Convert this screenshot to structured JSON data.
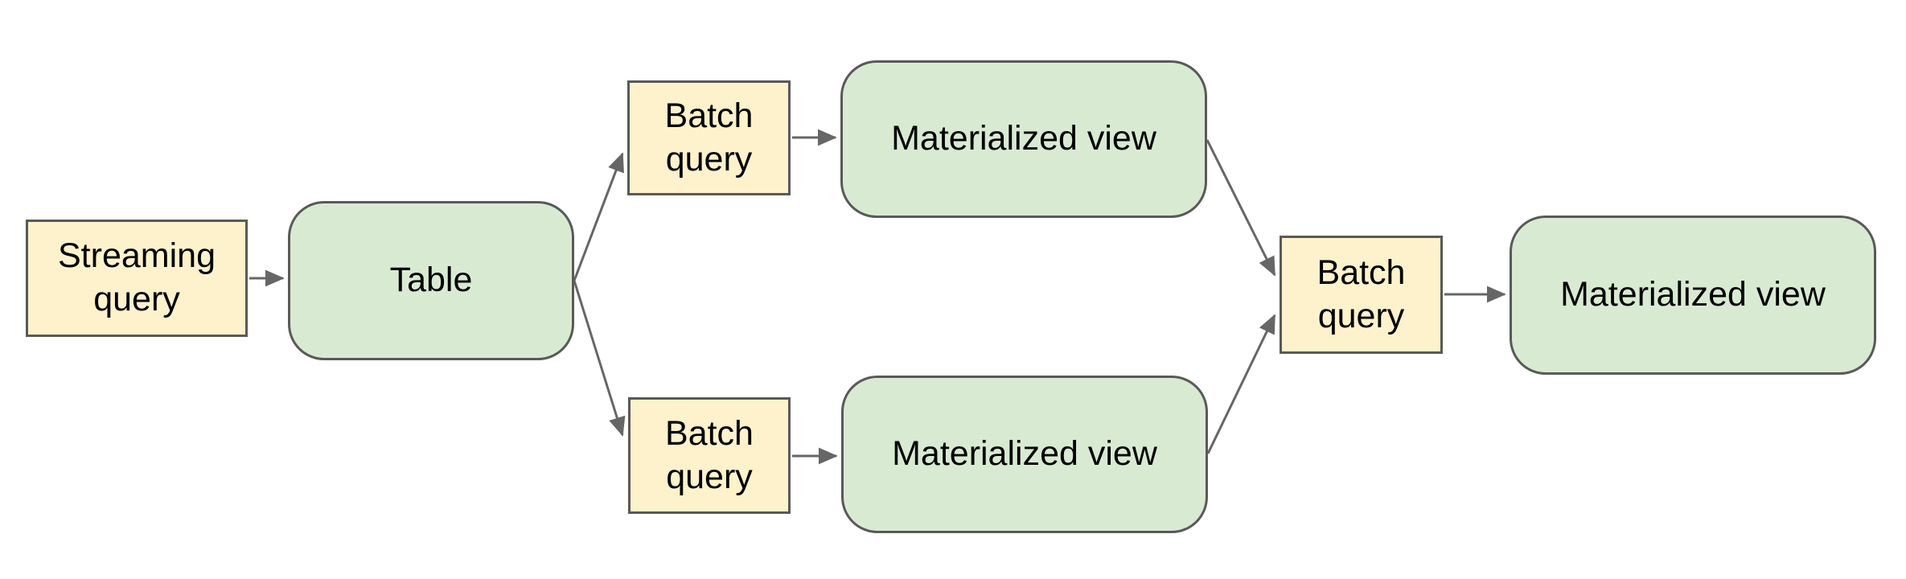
{
  "diagram": {
    "nodes": {
      "streaming_query": {
        "label": "Streaming query",
        "shape": "rectangle",
        "fill": "#fef2cc"
      },
      "table": {
        "label": "Table",
        "shape": "rounded-rectangle",
        "fill": "#d9ead3"
      },
      "batch_query_top": {
        "label": "Batch query",
        "shape": "rectangle",
        "fill": "#fef2cc"
      },
      "materialized_view_top": {
        "label": "Materialized view",
        "shape": "rounded-rectangle",
        "fill": "#d9ead3"
      },
      "batch_query_bottom": {
        "label": "Batch query",
        "shape": "rectangle",
        "fill": "#fef2cc"
      },
      "materialized_view_bottom": {
        "label": "Materialized view",
        "shape": "rounded-rectangle",
        "fill": "#d9ead3"
      },
      "batch_query_right": {
        "label": "Batch query",
        "shape": "rectangle",
        "fill": "#fef2cc"
      },
      "materialized_view_right": {
        "label": "Materialized view",
        "shape": "rounded-rectangle",
        "fill": "#d9ead3"
      }
    },
    "edges": [
      {
        "from": "streaming_query",
        "to": "table"
      },
      {
        "from": "table",
        "to": "batch_query_top"
      },
      {
        "from": "table",
        "to": "batch_query_bottom"
      },
      {
        "from": "batch_query_top",
        "to": "materialized_view_top"
      },
      {
        "from": "batch_query_bottom",
        "to": "materialized_view_bottom"
      },
      {
        "from": "materialized_view_top",
        "to": "batch_query_right"
      },
      {
        "from": "materialized_view_bottom",
        "to": "batch_query_right"
      },
      {
        "from": "batch_query_right",
        "to": "materialized_view_right"
      }
    ],
    "colors": {
      "query_fill": "#fef2cc",
      "view_fill": "#d9ead3",
      "shape_border": "#595959",
      "arrow": "#666666",
      "text": "#000000",
      "background": "#ffffff"
    }
  }
}
